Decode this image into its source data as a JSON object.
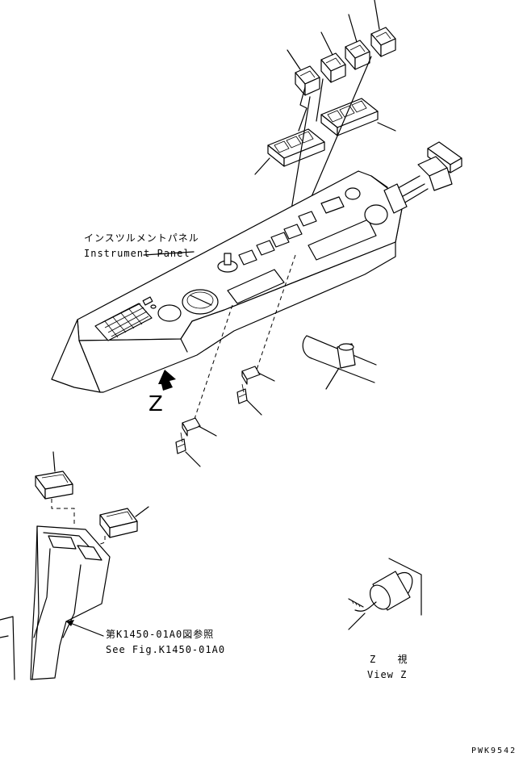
{
  "labels": {
    "instrument_panel_jp": "インスツルメントパネル",
    "instrument_panel_en": "Instrument Panel",
    "z_marker": "Z",
    "see_fig_jp": "第K1450-01A0図参照",
    "see_fig_en": "See Fig.K1450-01A0",
    "view_z_jp": "Z 視",
    "view_z_en": "View Z",
    "drawing_code": "PWK9542"
  }
}
